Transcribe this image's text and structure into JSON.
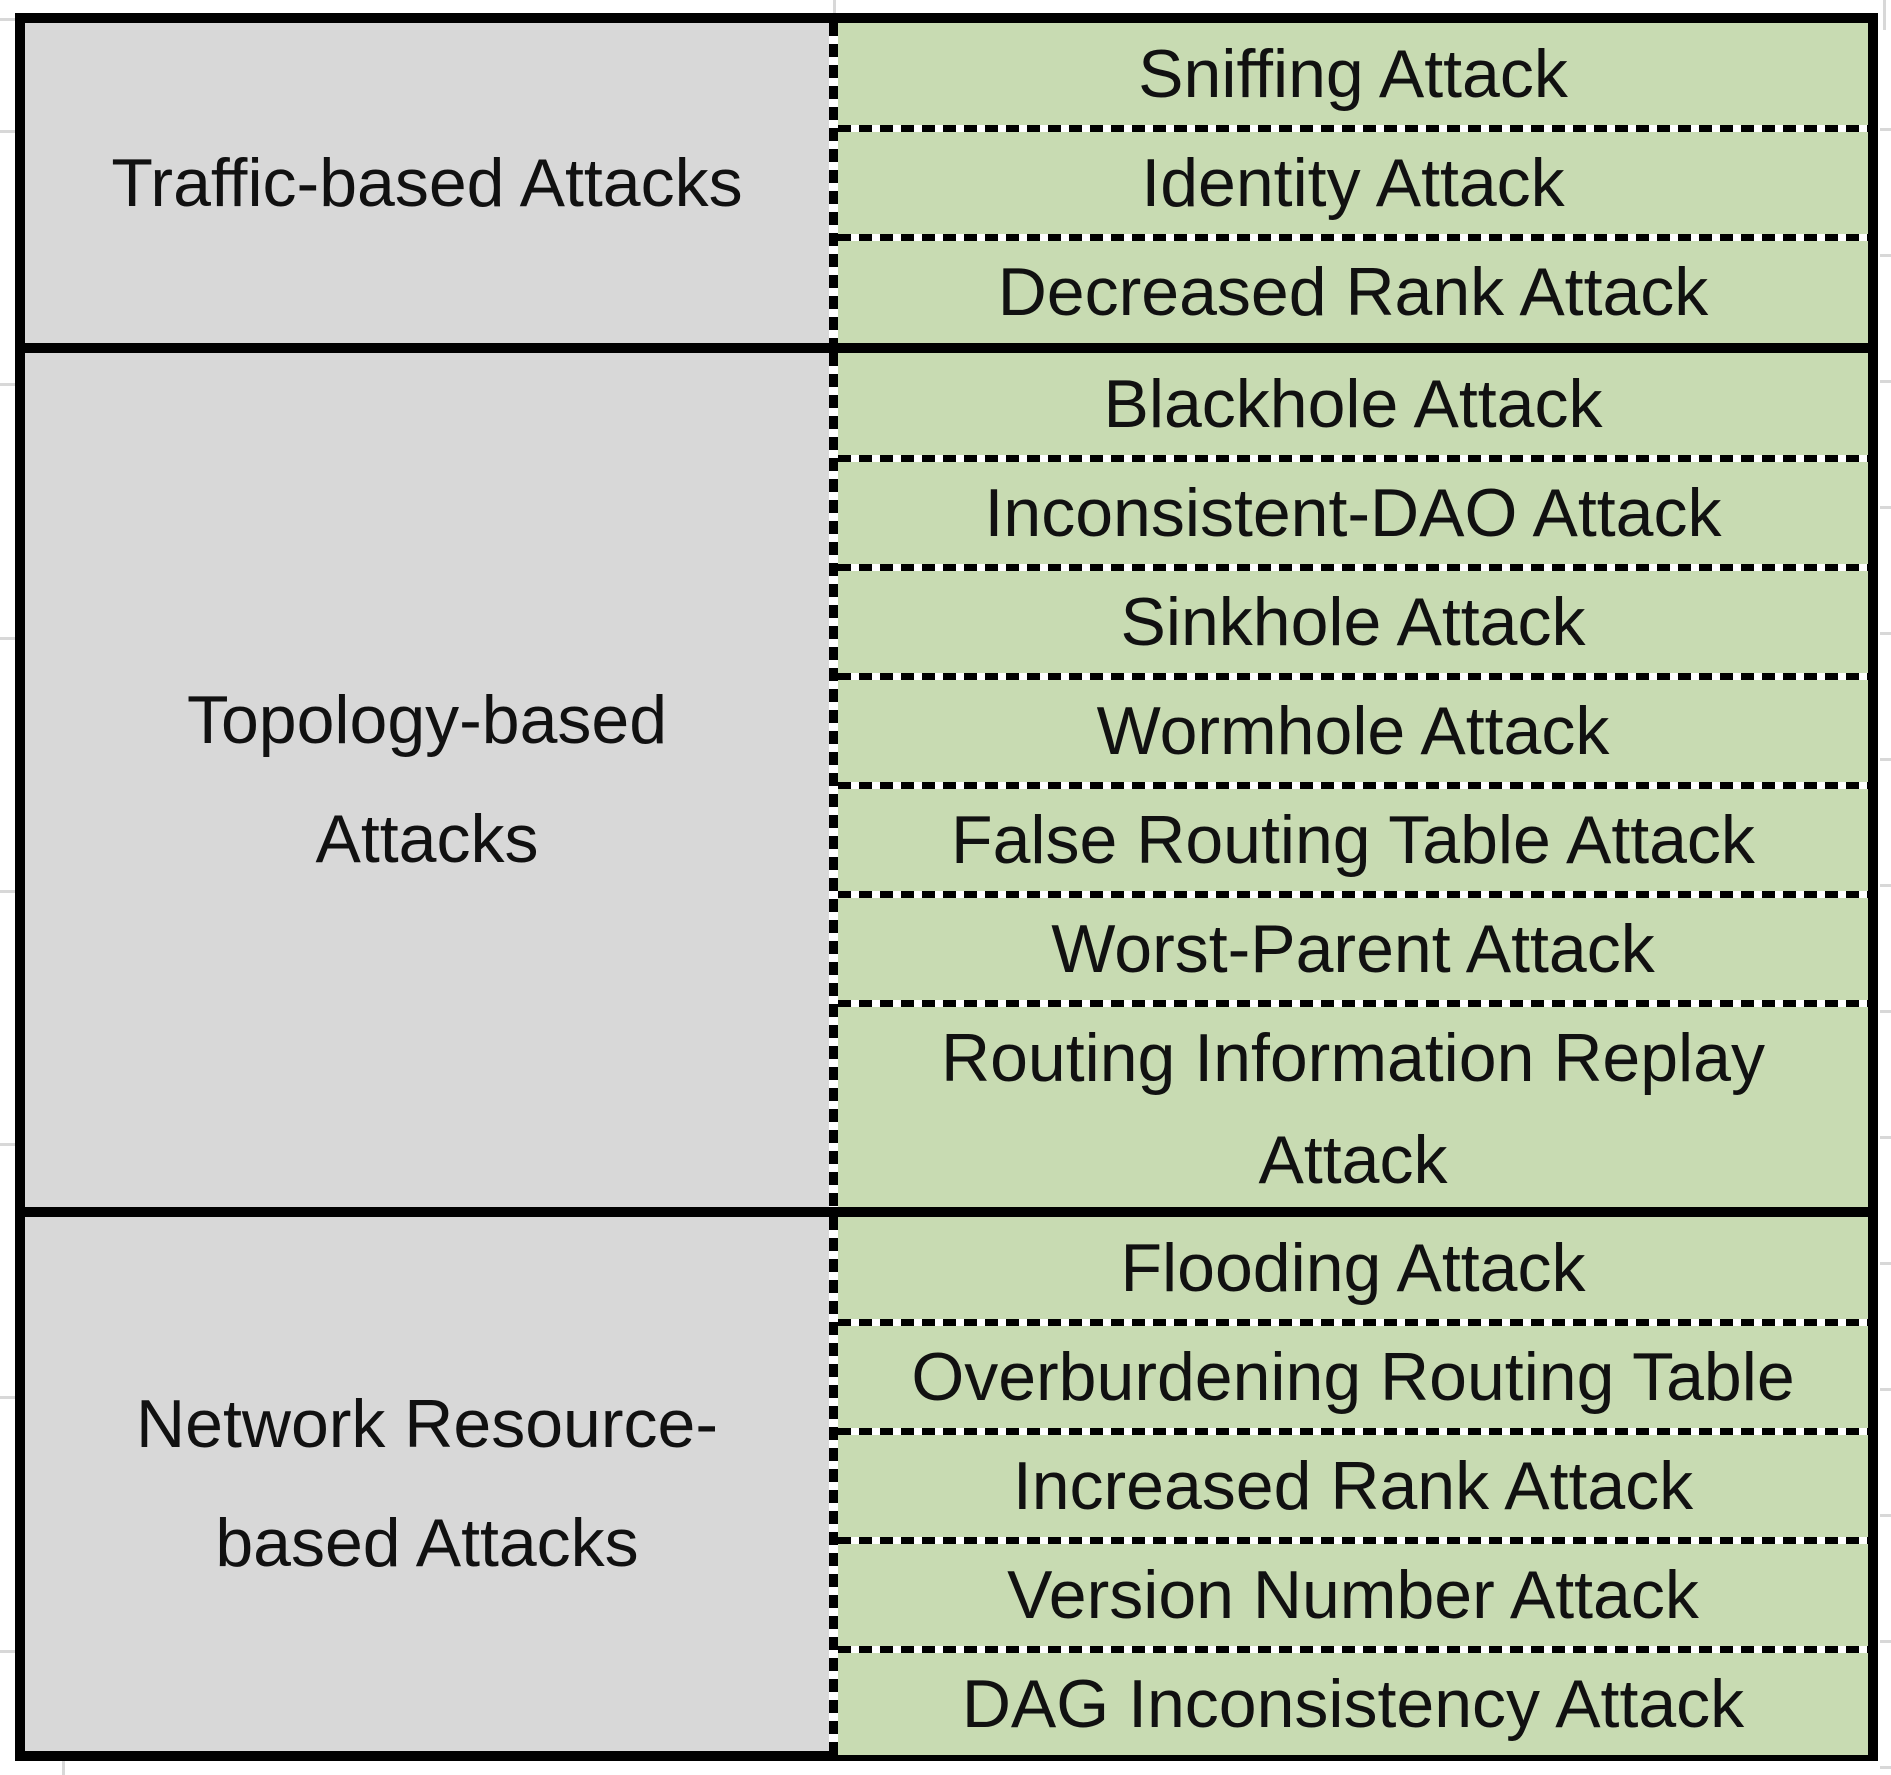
{
  "table": {
    "sections": [
      {
        "category": "Traffic-based Attacks",
        "category_lines": [
          "Traffic-based Attacks"
        ],
        "attacks": [
          "Sniffing Attack",
          "Identity Attack",
          "Decreased Rank Attack"
        ]
      },
      {
        "category": "Topology-based Attacks",
        "category_lines": [
          "Topology-based",
          "Attacks"
        ],
        "attacks": [
          "Blackhole Attack",
          "Inconsistent-DAO Attack",
          "Sinkhole Attack",
          "Wormhole Attack",
          "False Routing Table Attack",
          "Worst-Parent Attack",
          "Routing Information Replay Attack"
        ]
      },
      {
        "category": "Network Resource-based Attacks",
        "category_lines": [
          "Network Resource-",
          "based Attacks"
        ],
        "attacks": [
          "Flooding Attack",
          "Overburdening Routing Table",
          "Increased Rank Attack",
          "Version Number Attack",
          "DAG Inconsistency Attack"
        ]
      }
    ],
    "colors": {
      "category_bg": "#d8d8d8",
      "attack_bg": "#c8dbb2",
      "border": "#000000",
      "text": "#111111",
      "gridline": "#d8d8d8"
    }
  }
}
